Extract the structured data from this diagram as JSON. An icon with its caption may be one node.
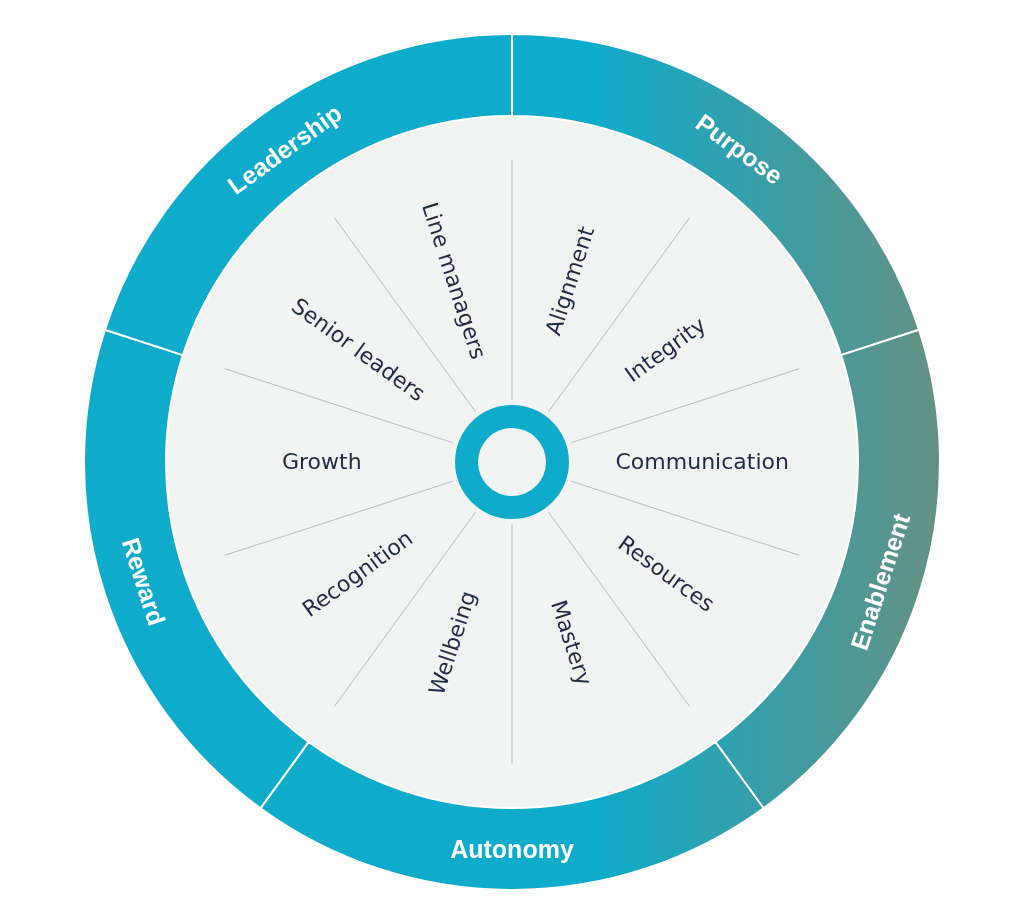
{
  "diagram": {
    "nodes": [
      {
        "text": [
          "Purpose"
        ]
      },
      {
        "text": [
          "Enablement"
        ]
      },
      {
        "text": [
          "Autonomy"
        ]
      },
      {
        "text": [
          "Reward"
        ]
      },
      {
        "text": [
          "Leadership"
        ]
      }
    ],
    "labels": [
      "Alignment",
      "Integrity",
      "Communication",
      "Resources",
      "Mastery",
      "Wellbeing",
      "Recognition",
      "Growth",
      "Senior leaders",
      "Line managers"
    ]
  }
}
